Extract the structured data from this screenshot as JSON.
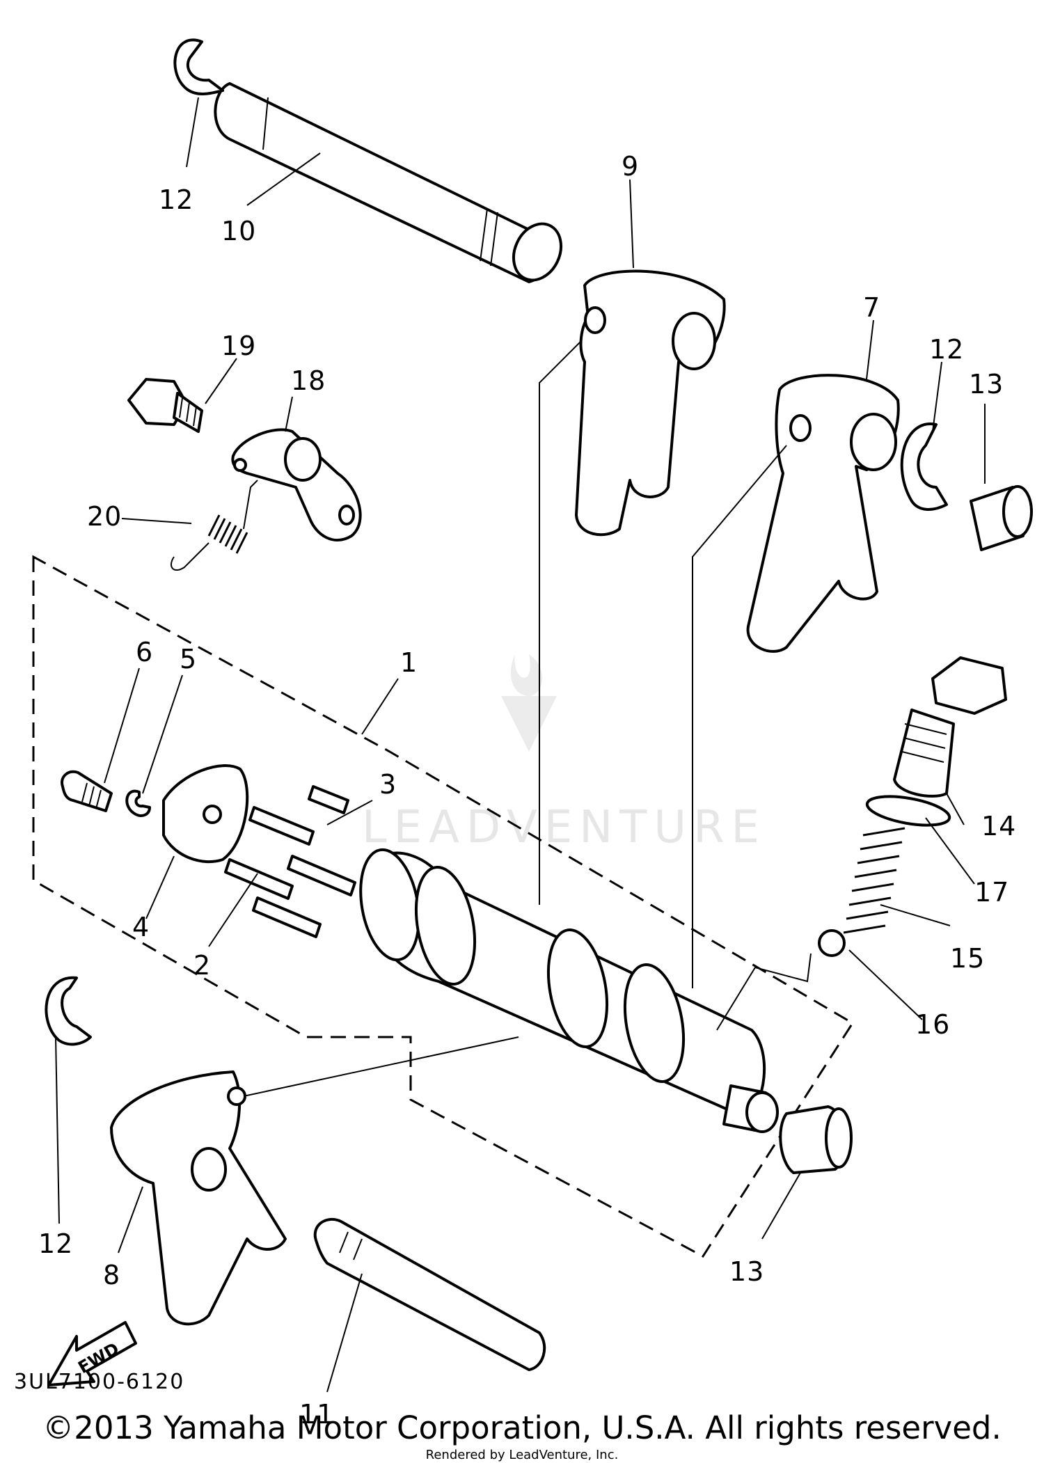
{
  "diagram": {
    "part_code": "3UL7100-6120",
    "fwd_label": "FWD",
    "watermark": "LEADVENTURE",
    "callouts": [
      {
        "id": "c1",
        "text": "1"
      },
      {
        "id": "c2",
        "text": "2"
      },
      {
        "id": "c3",
        "text": "3"
      },
      {
        "id": "c4",
        "text": "4"
      },
      {
        "id": "c5",
        "text": "5"
      },
      {
        "id": "c6",
        "text": "6"
      },
      {
        "id": "c7",
        "text": "7"
      },
      {
        "id": "c8",
        "text": "8"
      },
      {
        "id": "c9",
        "text": "9"
      },
      {
        "id": "c10",
        "text": "10"
      },
      {
        "id": "c11",
        "text": "11"
      },
      {
        "id": "c12a",
        "text": "12"
      },
      {
        "id": "c12b",
        "text": "12"
      },
      {
        "id": "c12c",
        "text": "12"
      },
      {
        "id": "c13a",
        "text": "13"
      },
      {
        "id": "c13b",
        "text": "13"
      },
      {
        "id": "c14",
        "text": "14"
      },
      {
        "id": "c15",
        "text": "15"
      },
      {
        "id": "c16",
        "text": "16"
      },
      {
        "id": "c17",
        "text": "17"
      },
      {
        "id": "c18",
        "text": "18"
      },
      {
        "id": "c19",
        "text": "19"
      },
      {
        "id": "c20",
        "text": "20"
      }
    ]
  },
  "footer": {
    "copyright": "©2013 Yamaha Motor Corporation, U.S.A. All rights reserved.",
    "rendered_by": "Rendered by LeadVenture, Inc."
  }
}
